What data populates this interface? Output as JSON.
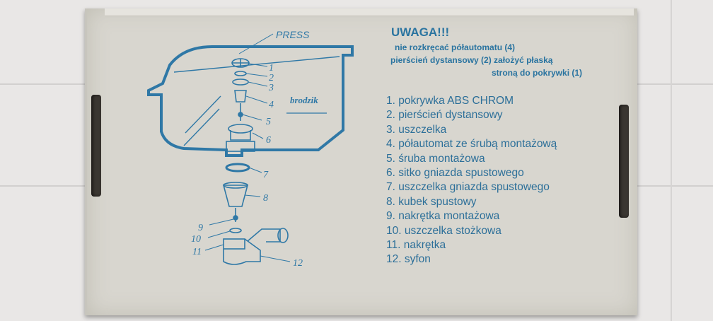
{
  "diagram": {
    "press_label": "PRESS",
    "tray_label": "brodzik",
    "callouts": [
      "1",
      "2",
      "3",
      "4",
      "5",
      "6",
      "7",
      "8",
      "9",
      "10",
      "11",
      "12"
    ]
  },
  "warning": {
    "title": "UWAGA!!!",
    "line1": "nie rozkręcać półautomatu (4)",
    "line2": "pierścień dystansowy (2) założyć płaską",
    "line3": "stroną do pokrywki (1)"
  },
  "parts": [
    "1. pokrywka ABS CHROM",
    "2. pierścień dystansowy",
    "3. uszczelka",
    "4. półautomat ze śrubą montażową",
    "5. śruba montażowa",
    "6. sitko gniazda spustowego",
    "7. uszczelka gniazda spustowego",
    "8. kubek spustowy",
    "9. nakrętka montażowa",
    "10. uszczelka stożkowa",
    "11. nakrętka",
    "12. syfon"
  ],
  "colors": {
    "print_blue": "#2c6f99",
    "cardboard": "#d8d6cf",
    "background": "#e9e7e6"
  }
}
